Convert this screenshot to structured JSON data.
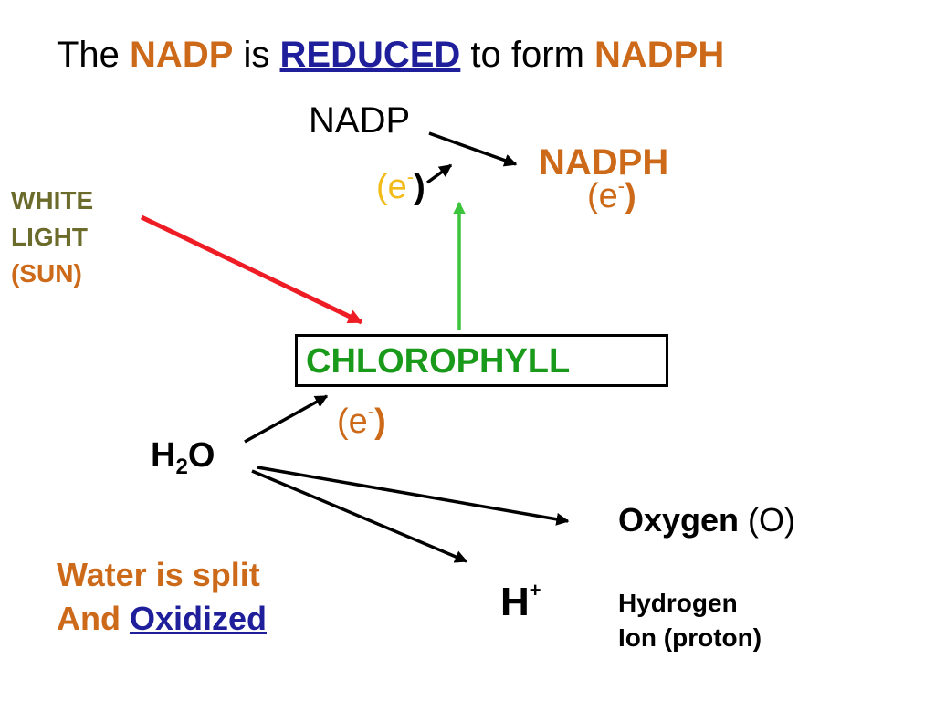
{
  "title": {
    "part1": "The ",
    "part2": "NADP",
    "part3": " is ",
    "part4": "REDUCED",
    "part5": " to form ",
    "part6": "NADPH"
  },
  "nadp_label": "NADP",
  "nadph_label": "NADPH",
  "electron": {
    "open": "(e",
    "minus": "-",
    "close": ")"
  },
  "white_light": {
    "line1": "WHITE",
    "line2": "LIGHT",
    "line3": "(SUN)"
  },
  "chlorophyll_label": "CHLOROPHYLL",
  "water": {
    "h": "H",
    "sub": "2",
    "o": "O"
  },
  "oxygen": {
    "name": "Oxygen",
    "symbol": " (O)"
  },
  "hydrogen_ion": {
    "h": "H",
    "plus": "+"
  },
  "hydrogen_desc": {
    "line1": "Hydrogen",
    "line2": "Ion (proton)"
  },
  "water_note": {
    "line1": "Water is split",
    "line2_prefix": "And ",
    "line2_word": "Oxidized"
  },
  "colors": {
    "orange": "#cc6a1a",
    "blue": "#1f1f9c",
    "green": "#1a9a1a",
    "yellow": "#f3bb1a",
    "olive": "#6b6b2c",
    "red_arrow": "#ee1c24",
    "green_arrow": "#3cc43c"
  }
}
